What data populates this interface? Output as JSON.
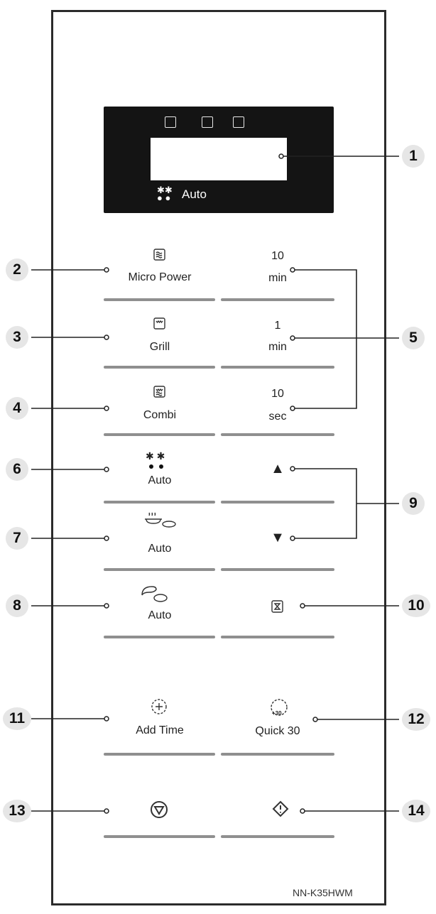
{
  "display": {
    "auto_label": "Auto",
    "icons": [
      "microwave-icon",
      "grill-icon",
      "combi-icon"
    ]
  },
  "buttons": {
    "micro_power": "Micro Power",
    "grill": "Grill",
    "combi": "Combi",
    "auto_defrost": "Auto",
    "auto_reheat": "Auto",
    "auto_cook": "Auto",
    "add_time": "Add Time",
    "quick30": "Quick 30",
    "quick30_icon_text": "+30",
    "t10min_num": "10",
    "t10min_unit": "min",
    "t1min_num": "1",
    "t1min_unit": "min",
    "t10sec_num": "10",
    "t10sec_unit": "sec",
    "up": "▲",
    "down": "▼"
  },
  "callouts": [
    "1",
    "2",
    "3",
    "4",
    "5",
    "6",
    "7",
    "8",
    "9",
    "10",
    "11",
    "12",
    "13",
    "14"
  ],
  "model": "NN-K35HWM"
}
